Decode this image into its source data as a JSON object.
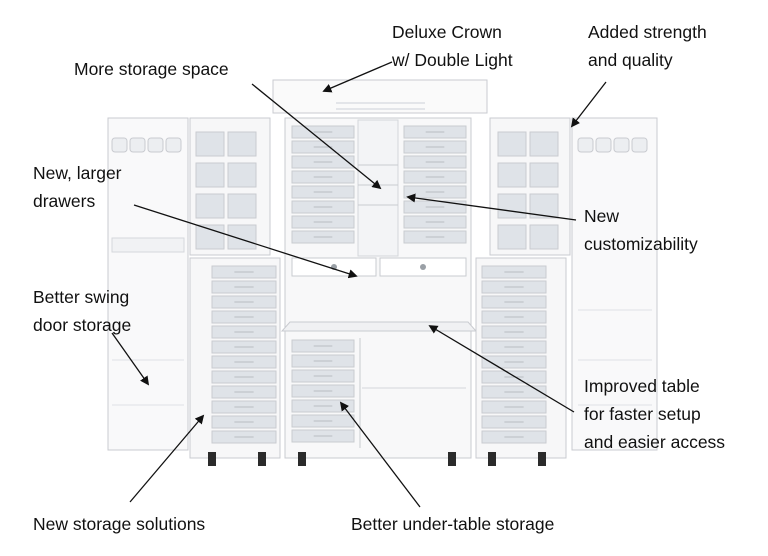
{
  "labels": {
    "crown": [
      "Deluxe Crown",
      "w/ Double Light"
    ],
    "strength": [
      "Added strength",
      "and quality"
    ],
    "storage_space": [
      "More storage space"
    ],
    "drawers": [
      "New, larger",
      "drawers"
    ],
    "customizability": [
      "New",
      "customizability"
    ],
    "swing_door": [
      "Better swing",
      "door storage"
    ],
    "table": [
      "Improved table",
      "for faster setup",
      "and easier access"
    ],
    "storage_solutions": [
      "New storage solutions"
    ],
    "under_table": [
      "Better under-table storage"
    ]
  },
  "colors": {
    "text": "#111111",
    "cabinet": "#f7f7f8",
    "edge": "#c9cbd0",
    "bin": "#dfe3e8",
    "leader": "#111111"
  }
}
